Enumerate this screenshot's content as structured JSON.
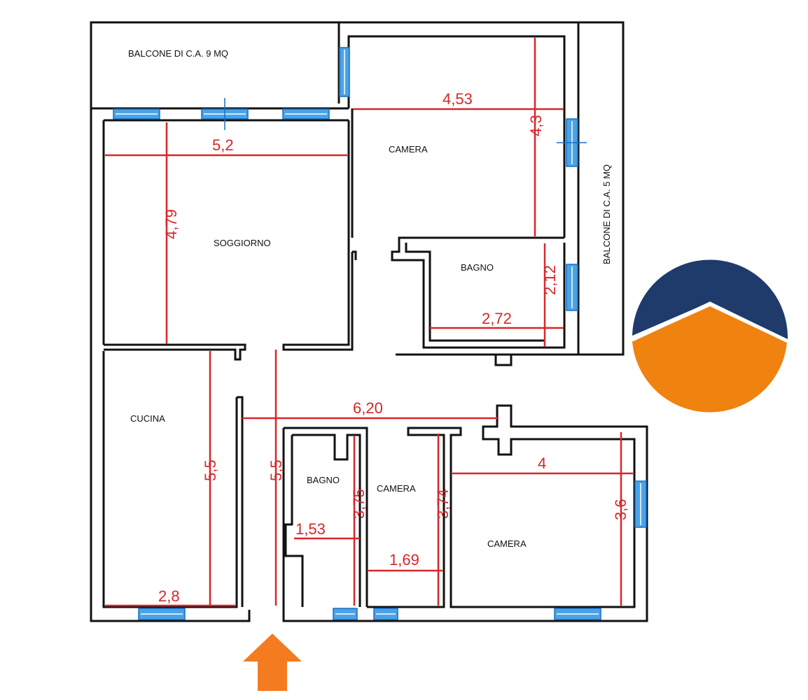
{
  "rooms": {
    "balcone_9": "BALCONE  DI C.A. 9 MQ",
    "balcone_5": "BALCONE DI  C.A. 5 MQ",
    "soggiorno": "SOGGIORNO",
    "camera_top": "CAMERA",
    "bagno_top": "BAGNO",
    "cucina": "CUCINA",
    "bagno_bottom": "BAGNO",
    "camera_mid": "CAMERA",
    "camera_right": "CAMERA"
  },
  "dimensions": {
    "soggiorno_width": "5,2",
    "soggiorno_height": "4,79",
    "camera_top_width": "4,53",
    "camera_top_height": "4,3",
    "bagno_top_width": "2,72",
    "bagno_top_height": "2,12",
    "corridor_width": "6,20",
    "cucina_height": "5,5",
    "corridor_height": "5,5",
    "cucina_width": "2,8",
    "bagno_bottom_width": "1,53",
    "bagno_bottom_height": "3,75",
    "camera_mid_height": "3,74",
    "camera_mid_width": "1,69",
    "camera_right_width": "4",
    "camera_right_height": "3,6"
  },
  "colors": {
    "walls": "#111111",
    "dimension_lines": "#d8262a",
    "windows": "#4aa3e8",
    "entrance_arrow": "#f47b20",
    "logo_top": "#1f3b6b",
    "logo_bottom": "#f0820f"
  },
  "icons": {
    "entrance": "arrow-up-icon",
    "logo": "company-logo"
  }
}
